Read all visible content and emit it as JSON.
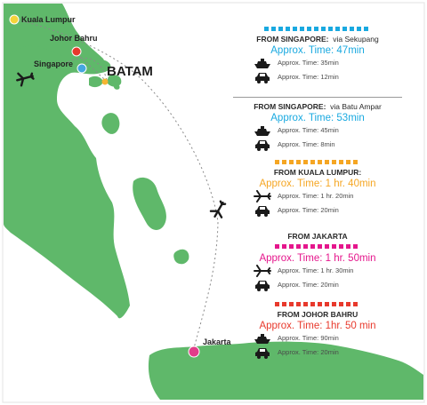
{
  "map": {
    "island_name": "BATAM",
    "cities": [
      "Kuala Lumpur",
      "Johor Bahru",
      "Singapore",
      "Jakarta"
    ],
    "colors": {
      "land": "#5fb86a",
      "kuala_lumpur": "#f5d43a",
      "johor_bahru": "#e8392c",
      "singapore": "#45a7e0",
      "jakarta": "#e23d8a",
      "batam_marker": "#f5b531"
    }
  },
  "routes": [
    {
      "from": "FROM SINGAPORE:",
      "via": "via Sekupang",
      "approx": "Approx. Time: 47min",
      "color": "#19a9e0",
      "legs": [
        {
          "icon": "ferry-icon",
          "text": "Approx. Time: 35min"
        },
        {
          "icon": "car-icon",
          "text": "Approx. Time: 12min"
        }
      ]
    },
    {
      "from": "FROM SINGAPORE:",
      "via": "via Batu Ampar",
      "approx": "Approx. Time: 53min",
      "color": "#19a9e0",
      "legs": [
        {
          "icon": "ferry-icon",
          "text": "Approx. Time: 45min"
        },
        {
          "icon": "car-icon",
          "text": "Approx. Time: 8min"
        }
      ]
    },
    {
      "from": "FROM KUALA LUMPUR:",
      "via": "",
      "approx": "Approx. Time: 1 hr. 40min",
      "color": "#f5a623",
      "legs": [
        {
          "icon": "plane-icon",
          "text": "Approx. Time: 1 hr. 20min"
        },
        {
          "icon": "car-icon",
          "text": "Approx. Time: 20min"
        }
      ]
    },
    {
      "from": "FROM JAKARTA",
      "via": "",
      "approx": "Approx. Time: 1 hr. 50min",
      "color": "#e5168c",
      "legs": [
        {
          "icon": "plane-icon",
          "text": "Approx. Time: 1 hr. 30min"
        },
        {
          "icon": "car-icon",
          "text": "Approx. Time: 20min"
        }
      ]
    },
    {
      "from": "FROM JOHOR BAHRU",
      "via": "",
      "approx": "Approx. Time: 1hr. 50 min",
      "color": "#e8392c",
      "legs": [
        {
          "icon": "ferry-icon",
          "text": "Approx. Time: 90min"
        },
        {
          "icon": "car-icon",
          "text": "Approx. Time: 20min"
        }
      ]
    }
  ]
}
